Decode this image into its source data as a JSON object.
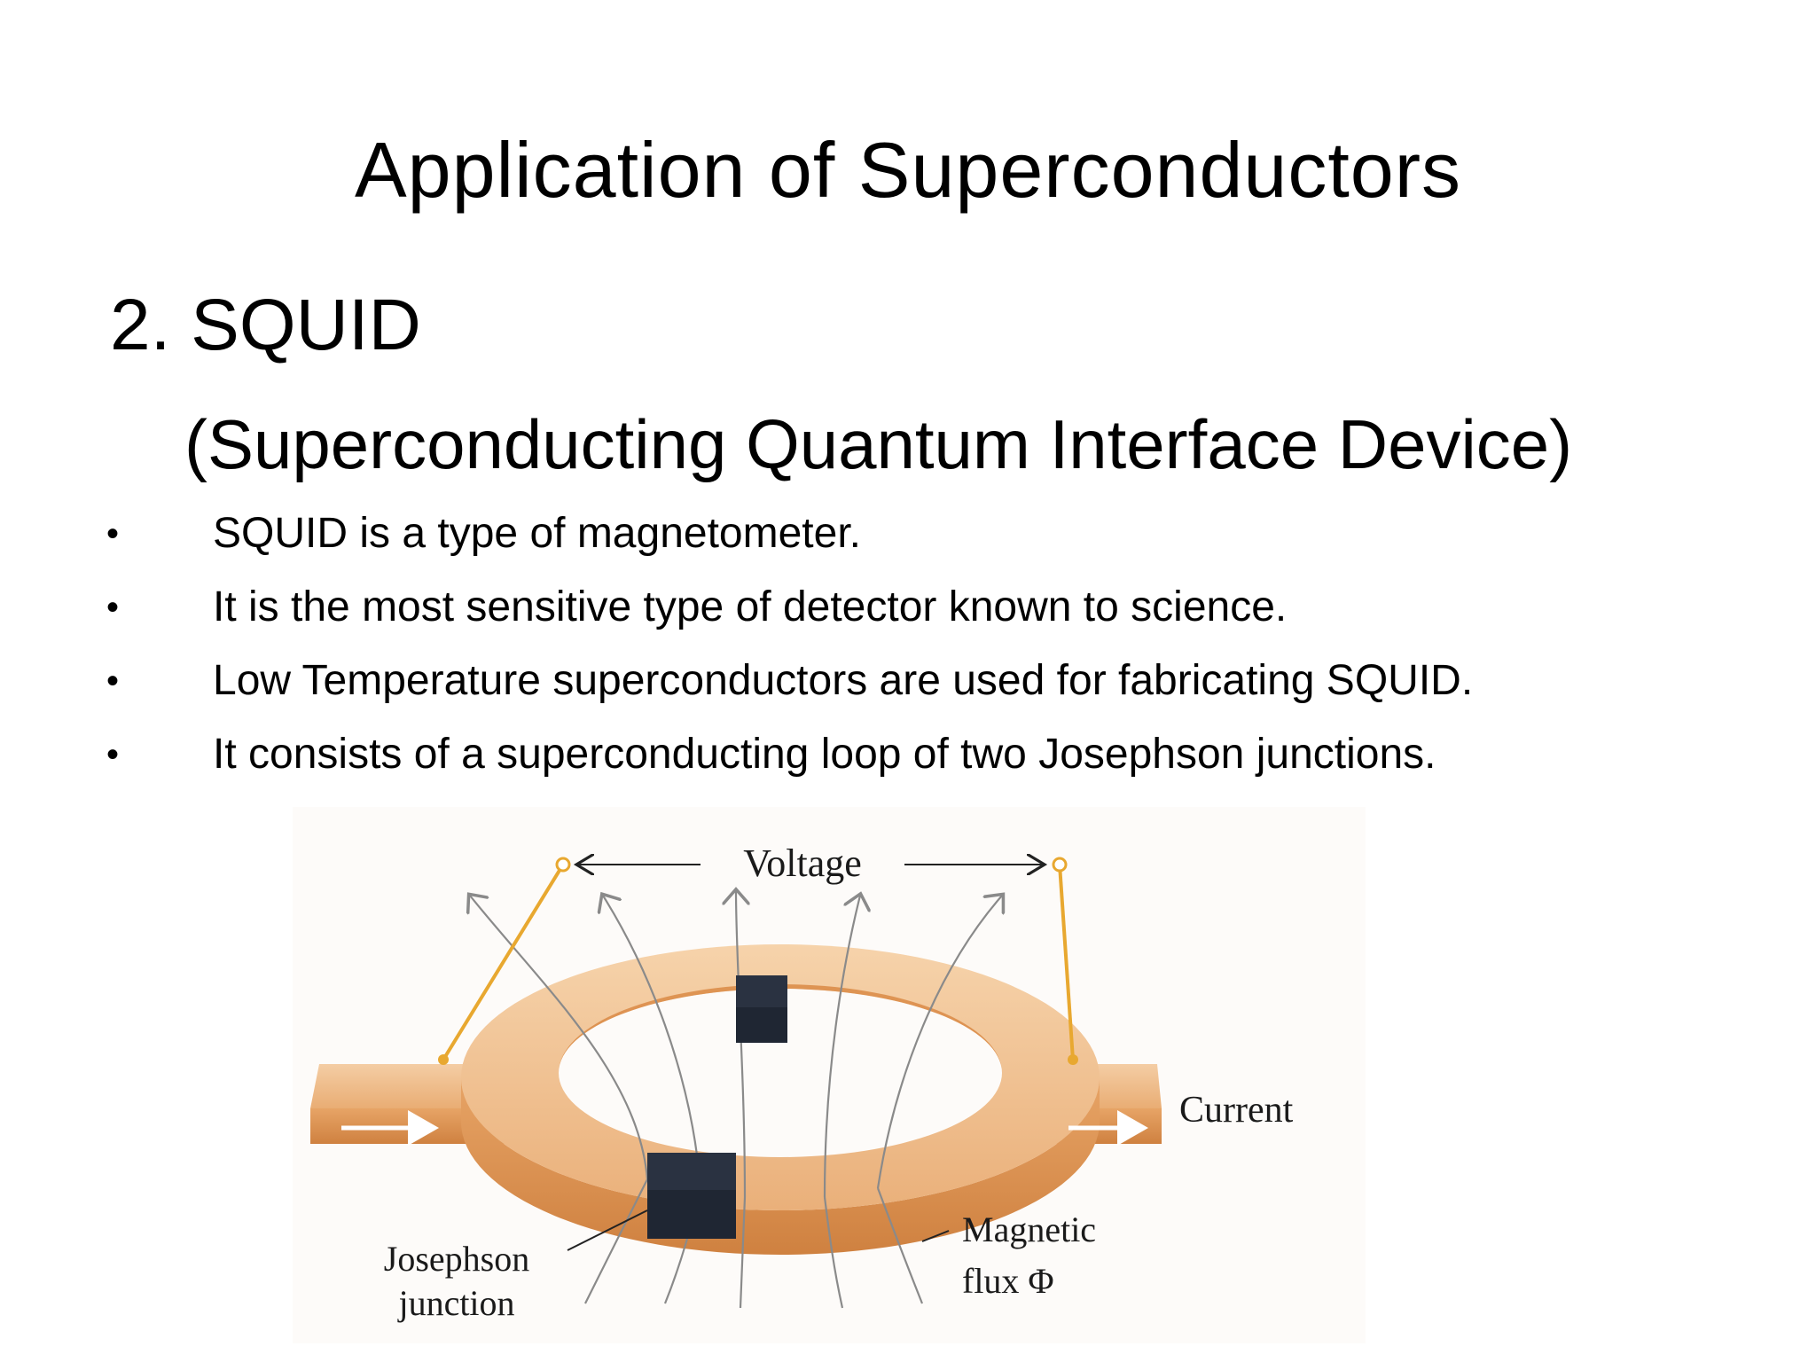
{
  "slide": {
    "title": "Application of Superconductors",
    "subtitle": "2. SQUID",
    "expansion": "(Superconducting Quantum Interface Device)"
  },
  "bullets": [
    {
      "marker": "•",
      "text": "SQUID is a type of magnetometer."
    },
    {
      "marker": "•",
      "text": "It is the most sensitive type of detector known to science."
    },
    {
      "marker": "•",
      "text": "Low Temperature superconductors are used for fabricating SQUID."
    },
    {
      "marker": "•",
      "text": "It consists of a superconducting loop of two Josephson junctions."
    }
  ],
  "diagram": {
    "voltage_label": "Voltage",
    "current_label": "Current",
    "junction_label_line1": "Josephson",
    "junction_label_line2": "junction",
    "flux_label_line1": "Magnetic",
    "flux_label_line2": "flux Φ",
    "colors": {
      "ring_light": "#f3c79a",
      "ring_mid": "#e9a86a",
      "ring_dark": "#d98840",
      "junction": "#1f2633",
      "wire": "#e8a830",
      "field_line": "#8a8a8a"
    }
  }
}
